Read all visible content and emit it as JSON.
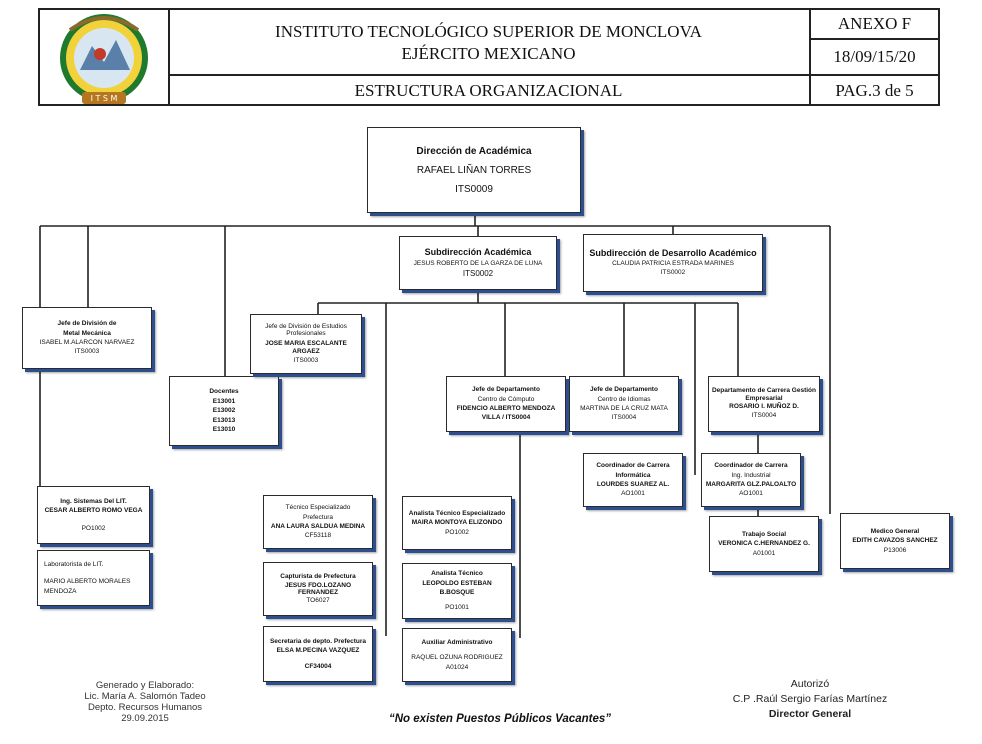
{
  "header": {
    "institute": "INSTITUTO TECNOLÓGICO SUPERIOR DE MONCLOVA",
    "subtitle": "EJÉRCITO MEXICANO",
    "annex": "ANEXO F",
    "date": "18/09/15/20",
    "doc_title": "ESTRUCTURA ORGANIZACIONAL",
    "page": "PAG.3 de 5",
    "logo_text": "I T S M"
  },
  "org": {
    "root": {
      "title": "Dirección de Académica",
      "name": "RAFAEL LIÑAN TORRES",
      "code": "ITS0009"
    },
    "sub_academica": {
      "title": "Subdirección Académica",
      "name": "JESUS ROBERTO DE LA GARZA DE LUNA",
      "code": "ITS0002"
    },
    "sub_desarrollo": {
      "title": "Subdirección de Desarrollo Académico",
      "name": "CLAUDIA PATRICIA ESTRADA MARINES",
      "code": "ITS0002"
    },
    "jefe_metal": {
      "l1": "Jefe de División de",
      "l2": "Metal Mecánica",
      "name": "ISABEL  M.ALARCON  NARVAEZ",
      "code": "ITS0003"
    },
    "docentes": {
      "title": "Docentes",
      "codes": [
        "E13001",
        "E13002",
        "E13013",
        "E13010"
      ]
    },
    "ing_sistemas": {
      "title": "Ing. Sistemas Del LIT.",
      "name": "CESAR ALBERTO ROMO VEGA",
      "code": "PO1002"
    },
    "laboratorista": {
      "title": "Laboratorista de LIT.",
      "name": "MARIO ALBERTO MORALES MENDOZA"
    },
    "jefe_estudios": {
      "title": "Jefe de División de Estudios Profesionales",
      "name": "JOSE MARIA ESCALANTE ARGAEZ",
      "code": "ITS0003"
    },
    "tecnico_prefectura": {
      "title": "Técnico Especializado",
      "area": "Prefectura",
      "name": "ANA LAURA SALDUA MEDINA",
      "code": "CF53118"
    },
    "capturista": {
      "title": "Capturista de Prefectura",
      "name": "JESUS FDO.LOZANO FERNANDEZ",
      "code": "TO6027"
    },
    "secretaria": {
      "title": "Secretaria de depto. Prefectura",
      "name": "ELSA M.PECINA VAZQUEZ",
      "code": "CF34004"
    },
    "jefe_computo": {
      "title": "Jefe de Departamento",
      "area": "Centro de Cómputo",
      "name": "FIDENCIO ALBERTO MENDOZA",
      "name2": "VILLA / ITS0004"
    },
    "analista_esp": {
      "title": "Analista Técnico Especializado",
      "name": "MAIRA MONTOYA ELIZONDO",
      "code": "PO1002"
    },
    "analista": {
      "title": "Analista Técnico",
      "name": "LEOPOLDO  ESTEBAN B.BOSQUE",
      "code": "PO1001"
    },
    "auxiliar": {
      "title": "Auxiliar Administrativo",
      "name": "RAQUEL OZUNA RODRIGUEZ",
      "code": "A01024"
    },
    "jefe_idiomas": {
      "title": "Jefe de Departamento",
      "area": "Centro de Idiomas",
      "name": "MARTINA DE LA CRUZ MATA",
      "code": "ITS0004"
    },
    "coord_informatica": {
      "title": "Coordinador  de Carrera",
      "area": "Informática",
      "name": "LOURDES SUAREZ AL.",
      "code": "AO1001"
    },
    "depto_gestion": {
      "title": "Departamento de Carrera Gestión Empresarial",
      "name": "ROSARIO I. MUÑOZ D.",
      "code": "ITS0004"
    },
    "coord_industrial": {
      "title": "Coordinador  de Carrera",
      "area": "Ing. Industrial",
      "name": "MARGARITA GLZ.PALOALTO",
      "code": "AO1001"
    },
    "trabajo_social": {
      "title": "Trabajo Social",
      "name": "VERONICA C.HERNANDEZ G.",
      "code": "A01001"
    },
    "medico": {
      "title": "Medico General",
      "name": "EDITH CAVAZOS SANCHEZ",
      "code": "P13006"
    }
  },
  "footer": {
    "left": [
      "Generado y   Elaborado:",
      "Lic. María A. Salomón Tadeo",
      "Depto. Recursos Humanos",
      "29.09.2015"
    ],
    "center": "“No existen Puestos Públicos Vacantes”",
    "right_label": "Autorizó",
    "right_name": "C.P .Raúl Sergio Farías Martínez",
    "right_title": "Director General"
  }
}
